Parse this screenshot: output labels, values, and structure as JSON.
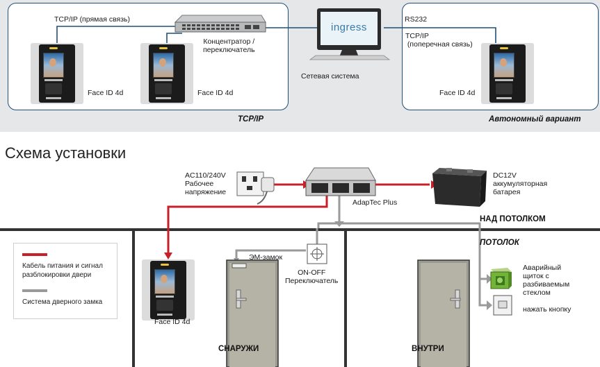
{
  "top": {
    "tcpip_direct_label": "TCP/IP (прямая связь)",
    "switch_label": "Концентратор /\nпереключатель",
    "device_label_1": "Face ID 4d",
    "device_label_2": "Face ID 4d",
    "device_label_3": "Face ID 4d",
    "network_system_label": "Сетевая система",
    "monitor_brand": "ingress",
    "rs232_label": "RS232",
    "tcpip_cross_label": "TCP/IP\n (поперечная связь)",
    "caption_left": "TCP/IP",
    "caption_right": "Автономный вариант"
  },
  "install": {
    "title": "Схема установки",
    "ac_label": "AC110/240V\nРабочее\nнапряжение",
    "adaptec_label": "AdapTec Plus",
    "battery_label": "DC12V\nаккумуляторная\nбатарея",
    "above_ceiling": "НАД ПОТОЛКОМ",
    "ceiling": "ПОТОЛОК",
    "em_lock": "ЭМ-замок",
    "on_off": "ON-OFF\nПереключатель",
    "device_label": "Face ID 4d",
    "outside": "СНАРУЖИ",
    "inside": "ВНУТРИ",
    "emergency": "Аварийный\nщиток с\nразбиваемым\nстеклом",
    "press_button": "нажать кнопку"
  },
  "legend": {
    "red_label": "Кабель питания и сигнал разблокировки двери",
    "gray_label": "Система дверного замка",
    "red_color": "#c8202a",
    "gray_color": "#9a9a9a"
  }
}
